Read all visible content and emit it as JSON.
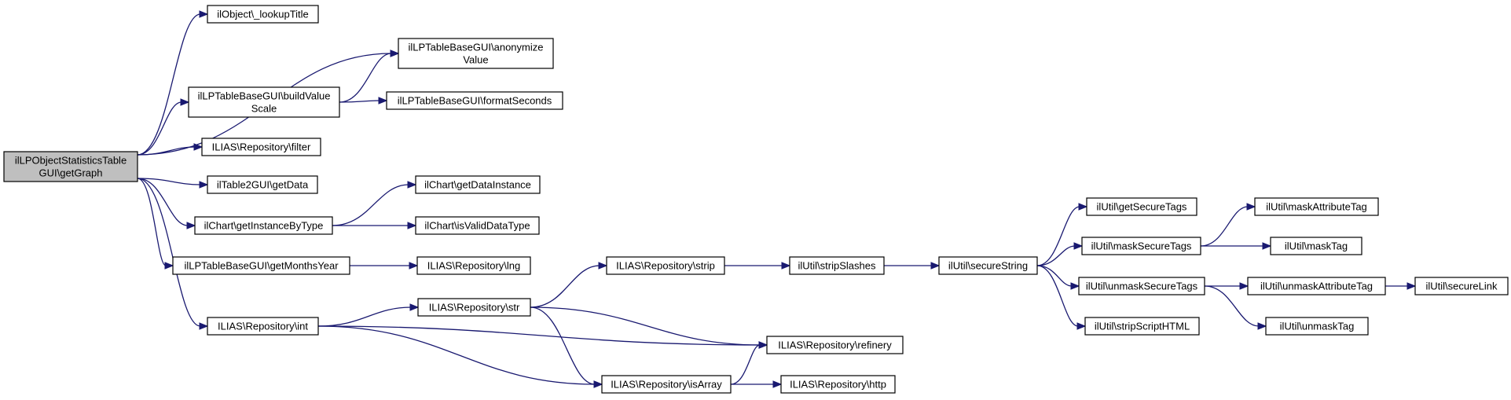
{
  "graph": {
    "colors": {
      "edge": "#191970",
      "root_fill": "#bfbfbf",
      "node_fill": "#ffffff",
      "node_border": "#000000"
    },
    "nodes": [
      {
        "id": "root",
        "lines": [
          "ilLPObjectStatisticsTable",
          "GUI\\getGraph"
        ],
        "root": true
      },
      {
        "id": "lookup",
        "lines": [
          "ilObject\\_lookupTitle"
        ]
      },
      {
        "id": "anon",
        "lines": [
          "ilLPTableBaseGUI\\anonymize",
          "Value"
        ]
      },
      {
        "id": "build",
        "lines": [
          "ilLPTableBaseGUI\\buildValue",
          "Scale"
        ]
      },
      {
        "id": "fmt",
        "lines": [
          "ilLPTableBaseGUI\\formatSeconds"
        ]
      },
      {
        "id": "filter",
        "lines": [
          "ILIAS\\Repository\\filter"
        ]
      },
      {
        "id": "getdata",
        "lines": [
          "ilTable2GUI\\getData"
        ]
      },
      {
        "id": "instbt",
        "lines": [
          "ilChart\\getInstanceByType"
        ]
      },
      {
        "id": "gdi",
        "lines": [
          "ilChart\\getDataInstance"
        ]
      },
      {
        "id": "ivdt",
        "lines": [
          "ilChart\\isValidDataType"
        ]
      },
      {
        "id": "months",
        "lines": [
          "ilLPTableBaseGUI\\getMonthsYear"
        ]
      },
      {
        "id": "lng",
        "lines": [
          "ILIAS\\Repository\\lng"
        ]
      },
      {
        "id": "int",
        "lines": [
          "ILIAS\\Repository\\int"
        ]
      },
      {
        "id": "strip",
        "lines": [
          "ILIAS\\Repository\\strip"
        ]
      },
      {
        "id": "str",
        "lines": [
          "ILIAS\\Repository\\str"
        ]
      },
      {
        "id": "isarr",
        "lines": [
          "ILIAS\\Repository\\isArray"
        ]
      },
      {
        "id": "refin",
        "lines": [
          "ILIAS\\Repository\\refinery"
        ]
      },
      {
        "id": "http",
        "lines": [
          "ILIAS\\Repository\\http"
        ]
      },
      {
        "id": "sslash",
        "lines": [
          "ilUtil\\stripSlashes"
        ]
      },
      {
        "id": "secstr",
        "lines": [
          "ilUtil\\secureString"
        ]
      },
      {
        "id": "gst",
        "lines": [
          "ilUtil\\getSecureTags"
        ]
      },
      {
        "id": "mst",
        "lines": [
          "ilUtil\\maskSecureTags"
        ]
      },
      {
        "id": "ust",
        "lines": [
          "ilUtil\\unmaskSecureTags"
        ]
      },
      {
        "id": "ssh",
        "lines": [
          "ilUtil\\stripScriptHTML"
        ]
      },
      {
        "id": "mat",
        "lines": [
          "ilUtil\\maskAttributeTag"
        ]
      },
      {
        "id": "mtag",
        "lines": [
          "ilUtil\\maskTag"
        ]
      },
      {
        "id": "uat",
        "lines": [
          "ilUtil\\unmaskAttributeTag"
        ]
      },
      {
        "id": "utag",
        "lines": [
          "ilUtil\\unmaskTag"
        ]
      },
      {
        "id": "slink",
        "lines": [
          "ilUtil\\secureLink"
        ]
      }
    ],
    "edges": [
      [
        "root",
        "lookup"
      ],
      [
        "root",
        "anon"
      ],
      [
        "root",
        "build"
      ],
      [
        "root",
        "filter"
      ],
      [
        "root",
        "getdata"
      ],
      [
        "root",
        "instbt"
      ],
      [
        "root",
        "months"
      ],
      [
        "root",
        "int"
      ],
      [
        "build",
        "anon"
      ],
      [
        "build",
        "fmt"
      ],
      [
        "instbt",
        "gdi"
      ],
      [
        "instbt",
        "ivdt"
      ],
      [
        "months",
        "lng"
      ],
      [
        "int",
        "str"
      ],
      [
        "int",
        "refin"
      ],
      [
        "int",
        "isarr"
      ],
      [
        "str",
        "strip"
      ],
      [
        "str",
        "refin"
      ],
      [
        "str",
        "isarr"
      ],
      [
        "strip",
        "sslash"
      ],
      [
        "sslash",
        "secstr"
      ],
      [
        "secstr",
        "gst"
      ],
      [
        "secstr",
        "mst"
      ],
      [
        "secstr",
        "ust"
      ],
      [
        "secstr",
        "ssh"
      ],
      [
        "mst",
        "mat"
      ],
      [
        "mst",
        "mtag"
      ],
      [
        "ust",
        "uat"
      ],
      [
        "ust",
        "utag"
      ],
      [
        "uat",
        "slink"
      ],
      [
        "isarr",
        "refin"
      ],
      [
        "isarr",
        "http"
      ]
    ]
  }
}
